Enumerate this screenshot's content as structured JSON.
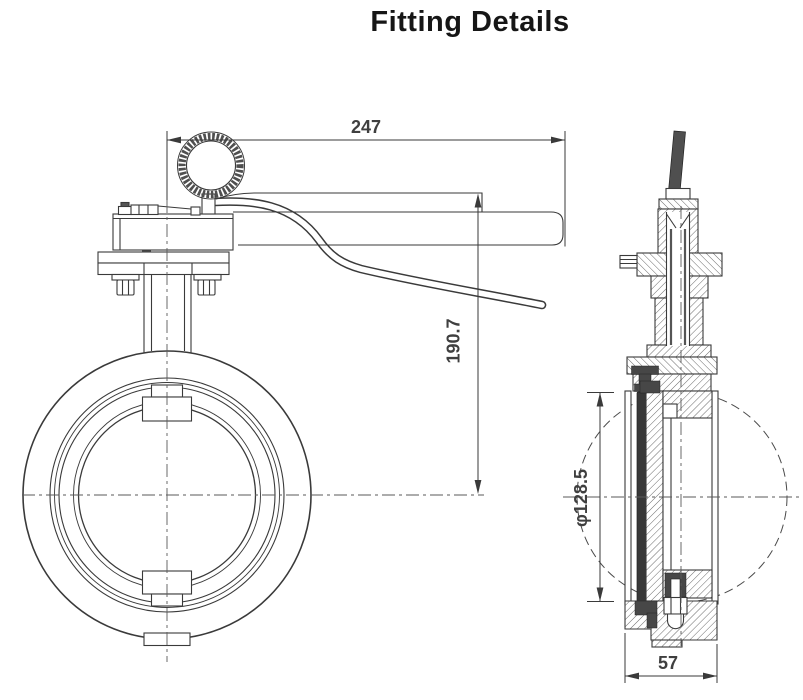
{
  "title": "Fitting Details",
  "drawing": {
    "description": "Butterfly valve fitting drawing: front view with lever handle (left) and side section view (right)",
    "front_view_label": "front-view",
    "side_view_label": "side-section-view"
  },
  "dimensions": {
    "handle_length": "247",
    "height_to_center": "190.7",
    "disc_diameter": "φ128.5",
    "body_width": "57"
  },
  "colors": {
    "line": "#3a3a3a",
    "dark_fill": "#474747",
    "background": "#ffffff"
  }
}
